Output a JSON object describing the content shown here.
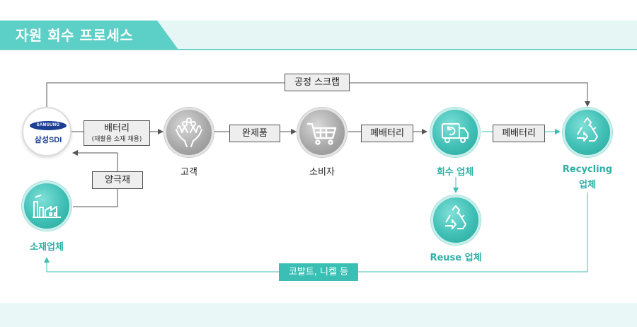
{
  "header": {
    "title": "자원 회수 프로세스"
  },
  "colors": {
    "accent": "#3bbfb5",
    "accent_text": "#2ab0a6",
    "box_fill": "#eeeeee",
    "line": "#555555",
    "band": "#e6f6f5"
  },
  "nodes": {
    "samsung": {
      "logo_text": "SAMSUNG",
      "name": "삼성SDI"
    },
    "customer": {
      "label": "고객",
      "icon": "hands-people-icon"
    },
    "consumer": {
      "label": "소비자",
      "icon": "shopping-cart-icon"
    },
    "collector": {
      "label": "회수 업체",
      "icon": "recycle-truck-icon"
    },
    "recycling": {
      "label_line1": "Recycling",
      "label_line2": "업체",
      "icon": "recycle-icon"
    },
    "reuse": {
      "label": "Reuse 업체",
      "icon": "recycle-icon"
    },
    "material": {
      "label": "소재업체",
      "icon": "factory-icon"
    }
  },
  "flows": {
    "scrap": "공정 스크랩",
    "battery": "배터리",
    "battery_sub": "(재활용 소재 채용)",
    "finished": "완제품",
    "waste1": "폐배터리",
    "waste2": "폐배터리",
    "cathode": "양극재",
    "metals": "코발트, 니켈 등"
  }
}
